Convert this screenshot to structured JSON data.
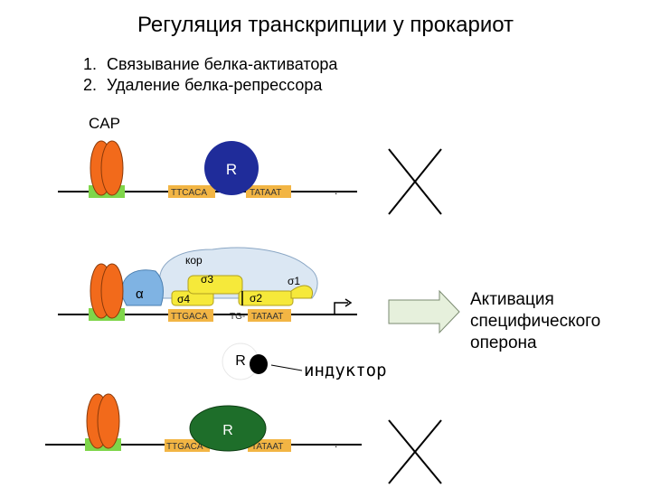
{
  "title": "Регуляция транскрипции у прокариот",
  "points": [
    {
      "num": "1.",
      "text": "Связывание белка-активатора"
    },
    {
      "num": "2.",
      "text": "Удаление белка-репрессора"
    }
  ],
  "labels": {
    "cap": "CAP",
    "repressor": "R",
    "inductor": "индуктор",
    "core": "кор",
    "alpha": "α",
    "sigma4": "σ4",
    "sigma3": "σ3",
    "sigma2": "σ2",
    "sigma1": "σ1",
    "ttgaca": "TTGACA",
    "ttcaca": "TTCACA",
    "tataat": "TATAAT",
    "tg": "TG-",
    "dot": "."
  },
  "side_text": [
    "Активация",
    "специфического",
    "оперона"
  ],
  "colors": {
    "cap_protein": "#f26a1b",
    "cap_site": "#7fd64a",
    "repressor_blue": "#1f2c9a",
    "repressor_green": "#1e6e2a",
    "promoter_box": "#f2b544",
    "sigma_yellow": "#f6e93a",
    "core_fill": "#dbe7f3",
    "alpha_fill": "#7fb3e3",
    "arrow_fill": "#e6f0dc"
  }
}
